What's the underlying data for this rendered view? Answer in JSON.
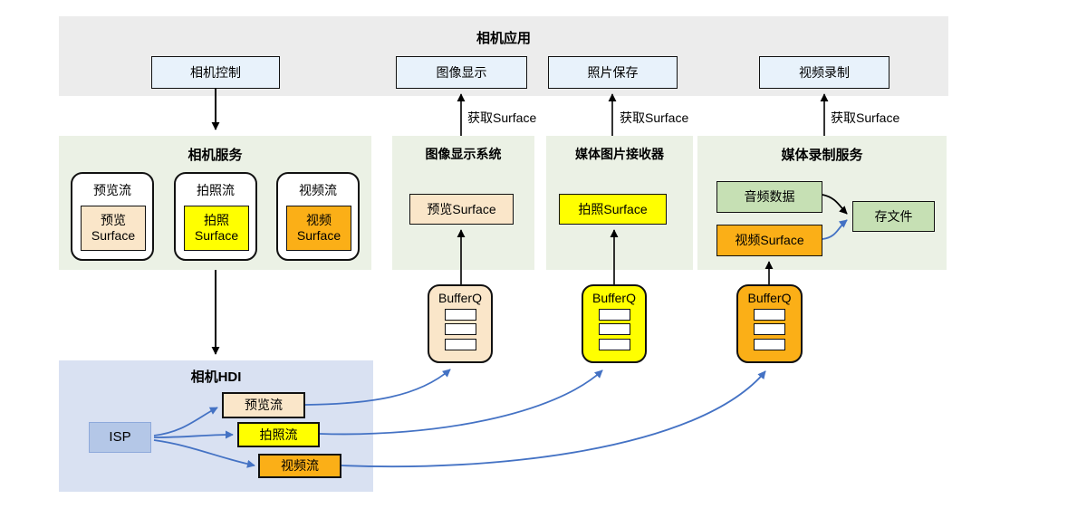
{
  "app_band": {
    "title": "相机应用",
    "controls": [
      "相机控制",
      "图像显示",
      "照片保存",
      "视频录制"
    ]
  },
  "get_surface_label": "获取Surface",
  "camera_service": {
    "title": "相机服务",
    "streams": [
      {
        "label": "预览流",
        "surface": [
          "预览",
          "Surface"
        ]
      },
      {
        "label": "拍照流",
        "surface": [
          "拍照",
          "Surface"
        ]
      },
      {
        "label": "视频流",
        "surface": [
          "视频",
          "Surface"
        ]
      }
    ]
  },
  "display_system": {
    "title": "图像显示系统",
    "surface_box": "预览Surface"
  },
  "image_receiver": {
    "title": "媒体图片接收器",
    "surface_box": "拍照Surface"
  },
  "media_recorder": {
    "title": "媒体录制服务",
    "audio_box": "音频数据",
    "video_box": "视频Surface",
    "file_box": "存文件"
  },
  "buffer_queues": [
    {
      "label": "BufferQ"
    },
    {
      "label": "BufferQ"
    },
    {
      "label": "BufferQ"
    }
  ],
  "hdi": {
    "title": "相机HDI",
    "isp_label": "ISP",
    "streams": [
      {
        "label": "预览流"
      },
      {
        "label": "拍照流"
      },
      {
        "label": "视频流"
      }
    ]
  },
  "colors": {
    "gray_band": "#ececec",
    "green_band": "#ebf1e5",
    "blue_band": "#d9e1f2",
    "app_box_blue": "#e8f2fb",
    "cream": "#fae6c9",
    "yellow": "#ffff00",
    "orange": "#fbaf17",
    "green_box": "#c6e0b4",
    "isp_blue": "#b4c7e7",
    "arrow_blue": "#4472c4",
    "arrow_black": "#000000"
  }
}
